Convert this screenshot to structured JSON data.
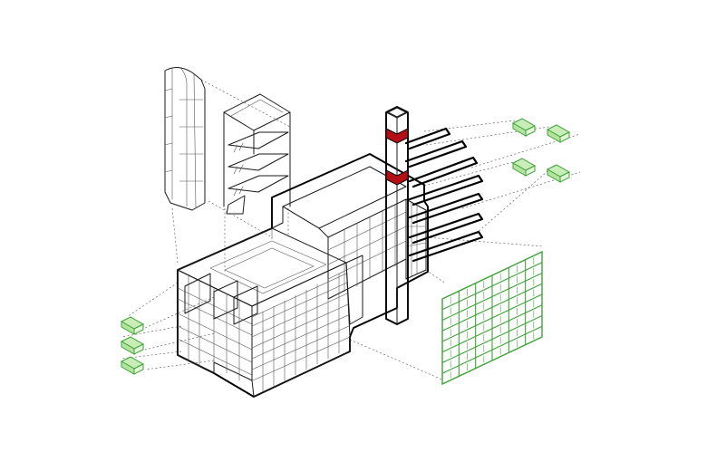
{
  "drawing": {
    "style": "exploded-axonometric",
    "colors": {
      "background": "#ffffff",
      "line": "#1a1a1a",
      "chimney_band": "#b40f14",
      "module_fill": "#c8edb7",
      "module_stroke": "#3fa33a",
      "facade_grid": "#3fa33a"
    },
    "components": [
      {
        "name": "building-volume"
      },
      {
        "name": "chimney"
      },
      {
        "name": "extension-arms",
        "count": 7
      },
      {
        "name": "stair-core"
      },
      {
        "name": "curved-facade-panel"
      },
      {
        "name": "green-facade-panel"
      },
      {
        "name": "modules-left",
        "count": 3
      },
      {
        "name": "modules-right",
        "count": 4
      }
    ]
  }
}
